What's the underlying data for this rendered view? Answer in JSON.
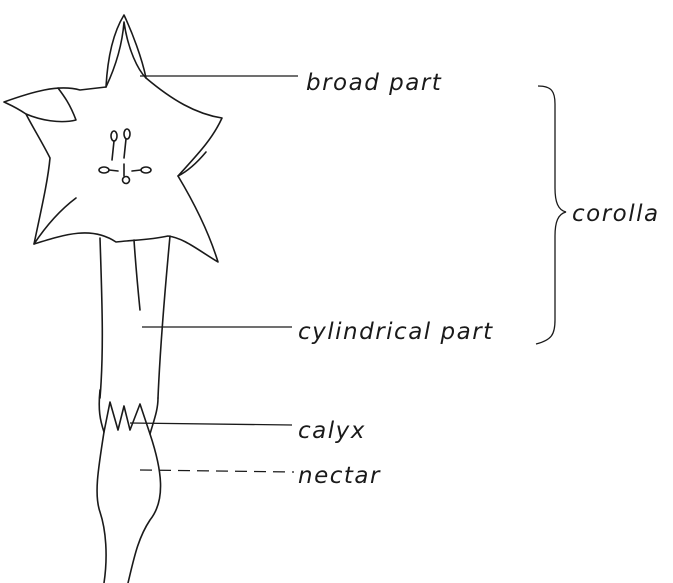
{
  "labels": {
    "broad_part": "broad part",
    "corolla": "corolla",
    "cylindrical_part": "cylindrical part",
    "calyx": "calyx",
    "nectar": "nectar"
  }
}
